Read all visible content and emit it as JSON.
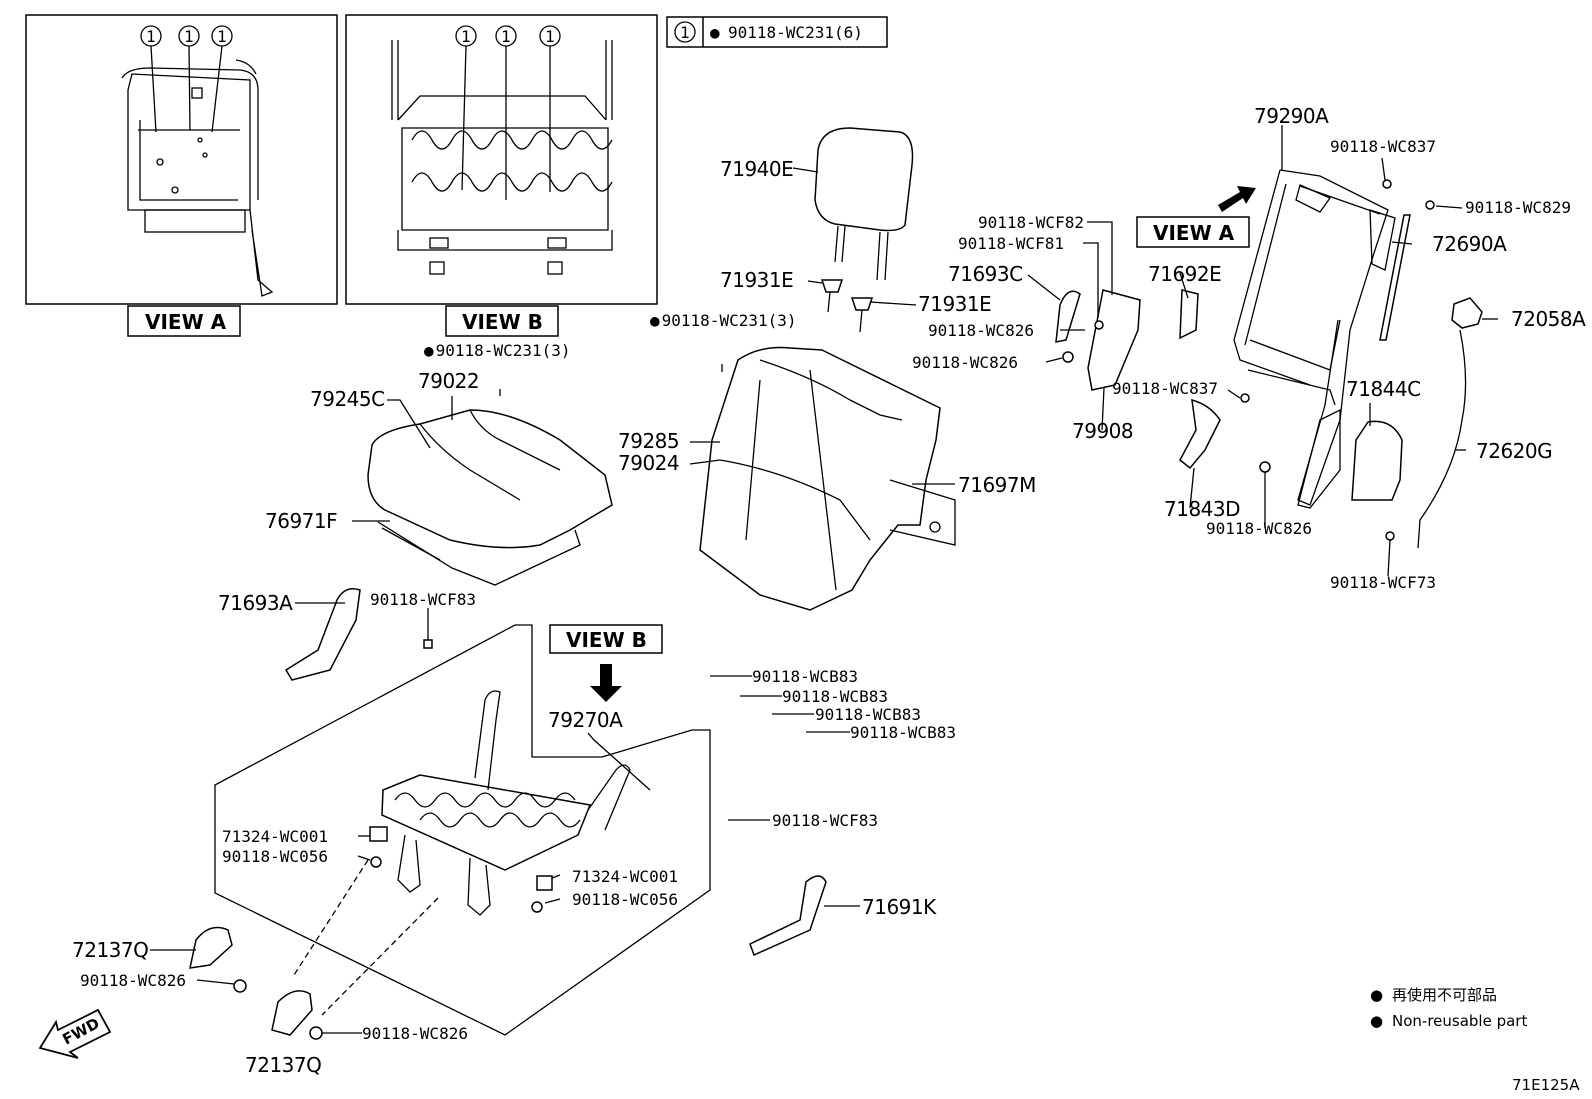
{
  "diagram_id": "71E125A",
  "callout_table": {
    "key": "1",
    "marker": "●",
    "part": "90118-WC231(6)"
  },
  "view_labels": {
    "view_a": "VIEW A",
    "view_b": "VIEW B",
    "view_b_arrow": "VIEW B",
    "view_a_arrow": "VIEW A"
  },
  "inset_callouts": [
    "1",
    "1",
    "1"
  ],
  "parts": {
    "p71940E": "71940E",
    "p71931E_a": "71931E",
    "p71931E_b": "71931E",
    "p90118_WC231_3_a": "90118-WC231(3)",
    "p90118_WC231_3_b": "90118-WC231(3)",
    "p79245C": "79245C",
    "p79022": "79022",
    "p76971F": "76971F",
    "p79285": "79285",
    "p79024": "79024",
    "p71697M": "71697M",
    "p71693A": "71693A",
    "p90118_WCF83_a": "90118-WCF83",
    "p79270A": "79270A",
    "p90118_WCB83_1": "90118-WCB83",
    "p90118_WCB83_2": "90118-WCB83",
    "p90118_WCB83_3": "90118-WCB83",
    "p90118_WCB83_4": "90118-WCB83",
    "p90118_WCF83_b": "90118-WCF83",
    "p71324_WC001_a": "71324-WC001",
    "p90118_WC056_a": "90118-WC056",
    "p71324_WC001_b": "71324-WC001",
    "p90118_WC056_b": "90118-WC056",
    "p71691K": "71691K",
    "p72137Q_a": "72137Q",
    "p90118_WC826_a": "90118-WC826",
    "p90118_WC826_b": "90118-WC826",
    "p72137Q_b": "72137Q",
    "p90118_WCF82": "90118-WCF82",
    "p90118_WCF81": "90118-WCF81",
    "p71693C": "71693C",
    "p90118_WC826_c": "90118-WC826",
    "p90118_WC826_d": "90118-WC826",
    "p79908": "79908",
    "p71692E": "71692E",
    "p90118_WC837_a": "90118-WC837",
    "p71843D": "71843D",
    "p90118_WC826_e": "90118-WC826",
    "p79290A": "79290A",
    "p90118_WC837_b": "90118-WC837",
    "p90118_WC829": "90118-WC829",
    "p72690A": "72690A",
    "p72058A": "72058A",
    "p71844C": "71844C",
    "p72620G": "72620G",
    "p90118_WCF73": "90118-WCF73"
  },
  "legend": {
    "marker": "●",
    "japanese": "再使用不可部品",
    "english": "Non-reusable part"
  },
  "fwd_label": "FWD"
}
